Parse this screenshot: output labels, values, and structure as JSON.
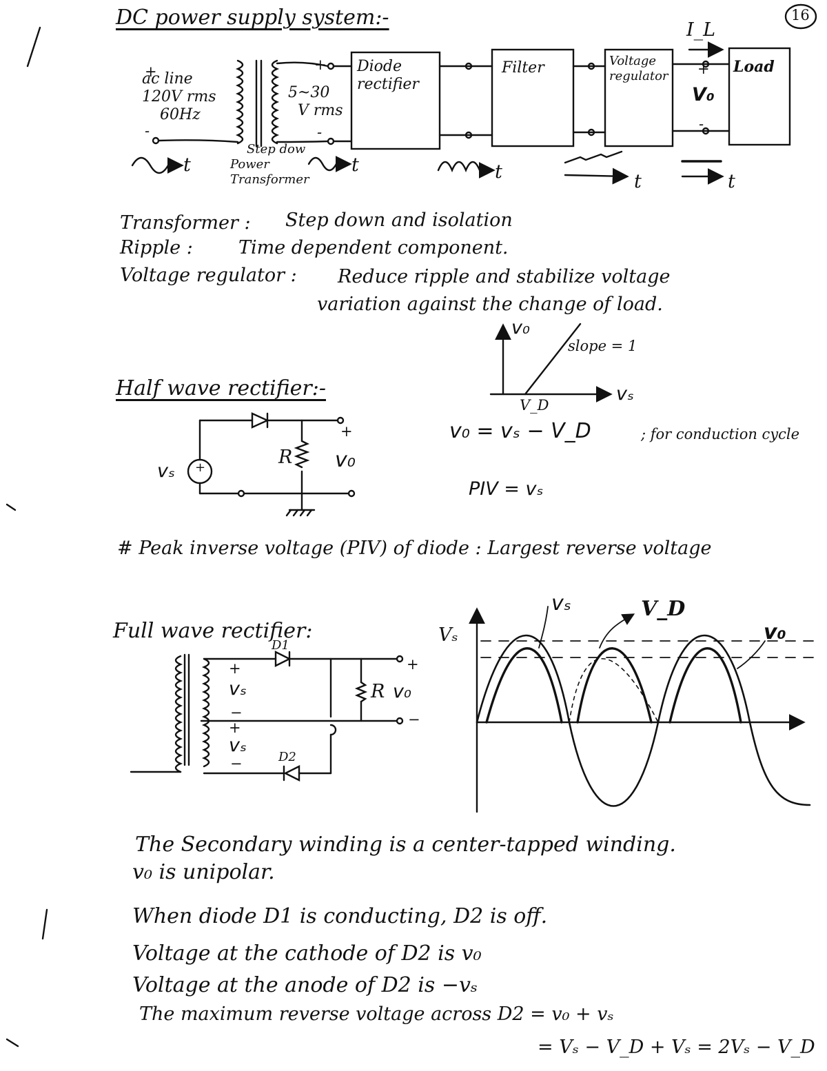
{
  "page_number": "16",
  "sections": {
    "dc_title": "DC power supply system:-",
    "hw_title": "Half wave rectifier:-",
    "fw_title": "Full wave rectifier:"
  },
  "block_diagram": {
    "current_label": "I_L",
    "source": {
      "plus": "+",
      "minus": "-",
      "line1": "ac line",
      "line2": "120V rms",
      "line3": "60Hz"
    },
    "secondary": {
      "plus": "+",
      "minus": "-",
      "line1": "5~30",
      "line2": "V rms"
    },
    "transformer_caption": {
      "line1": "Step dow",
      "line2": "Power",
      "line3": "Transformer"
    },
    "blocks": {
      "rectifier": {
        "line1": "Diode",
        "line2": "rectifier"
      },
      "filter": "Filter",
      "regulator": {
        "line1": "Voltage",
        "line2": "regulator"
      },
      "load": "Load"
    },
    "output": {
      "plus": "+",
      "symbol": "V₀",
      "minus": "-"
    },
    "time_label": "t"
  },
  "definitions": [
    {
      "term": "Transformer :",
      "text": "Step down and isolation"
    },
    {
      "term": "Ripple  :",
      "text": "Time  dependent  component."
    },
    {
      "term": "Voltage regulator :",
      "text": "Reduce ripple and stabilize voltage"
    },
    {
      "term": "",
      "text": "variation against  the change of load."
    }
  ],
  "transfer_plot": {
    "y_label": "v₀",
    "x_label": "vₛ",
    "knee_label": "V_D",
    "slope": "slope = 1"
  },
  "half_wave": {
    "source": "vₛ",
    "source_sign": "+",
    "resistor": "R",
    "output": "v₀",
    "out_plus": "+",
    "equation": "v₀ = vₛ − V_D",
    "equation_note": "; for conduction cycle",
    "piv": "PIV = vₛ",
    "piv_note": "# Peak  inverse  voltage (PIV) of diode : Largest reverse voltage"
  },
  "full_wave": {
    "d1": "D1",
    "d2": "D2",
    "vs_top": "vₛ",
    "vs_bottom": "vₛ",
    "resistor": "R",
    "output": "v₀",
    "plus": "+",
    "minus": "−"
  },
  "waveform": {
    "y_label": "Vₛ",
    "vs_label": "vₛ",
    "vd_label": "V_D",
    "vo_label": "v₀"
  },
  "notes": [
    "The Secondary winding is a center-tapped winding.",
    "v₀ is unipolar.",
    "When diode D1 is conducting, D2 is off.",
    "Voltage at the cathode of D2 is v₀",
    "Voltage at the anode of D2 is −vₛ",
    "The maximum reverse voltage across D2 = v₀ + vₛ",
    "= Vₛ − V_D + Vₛ = 2Vₛ − V_D"
  ]
}
